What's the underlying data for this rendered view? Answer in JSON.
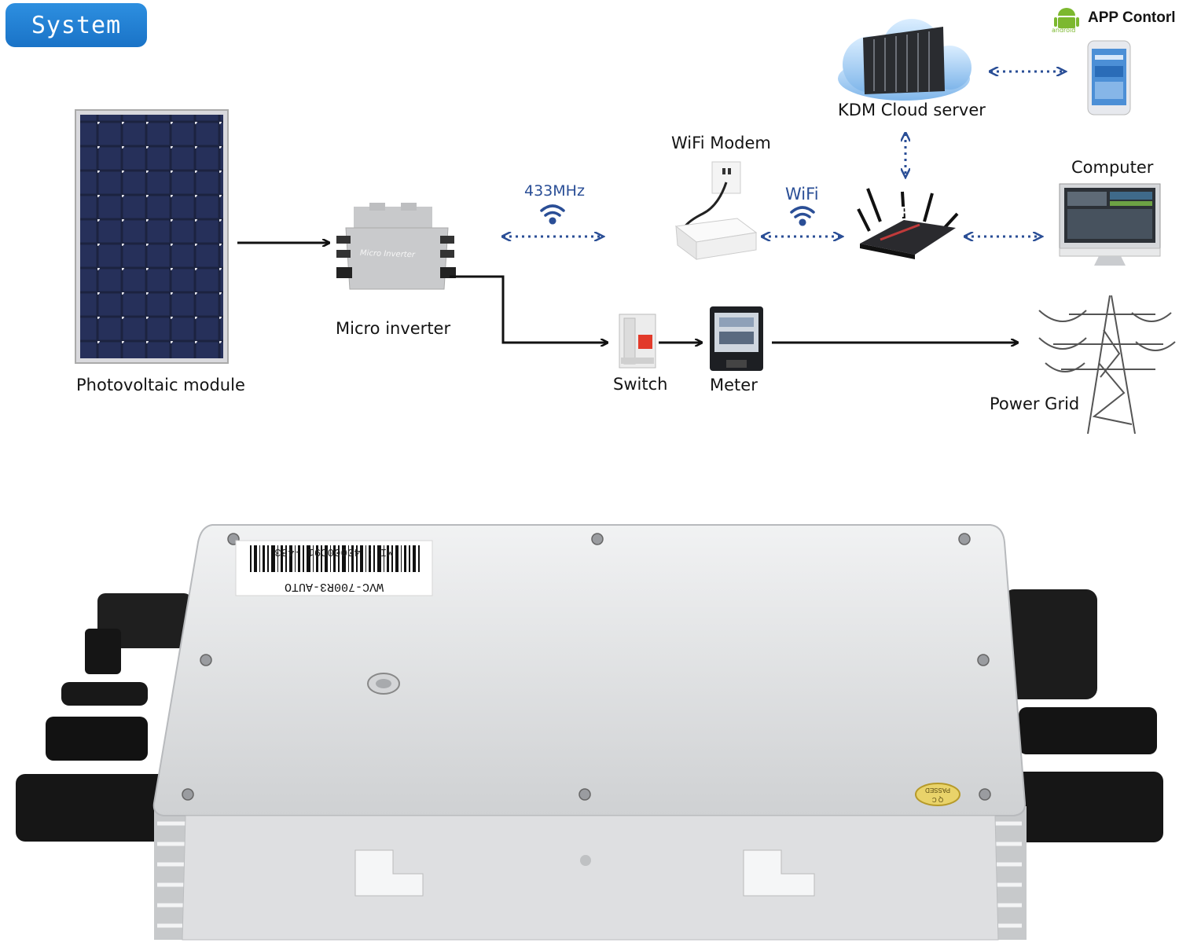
{
  "header": {
    "badge": "System"
  },
  "labels": {
    "pv": "Photovoltaic module",
    "micro": "Micro inverter",
    "freq": "433MHz",
    "modem": "WiFi Modem",
    "wifi": "WiFi",
    "cloud": "KDM Cloud server",
    "app": "APP Contorl",
    "computer": "Computer",
    "switch": "Switch",
    "meter": "Meter",
    "grid": "Power Grid",
    "router_text": "WiFi",
    "android": "android"
  },
  "device": {
    "label_line1": "MI : 40000C91 -433",
    "label_line2": "WVC-700R3-AUTO",
    "small_device_text": "Micro Inverter",
    "passed": "PASSED",
    "qc": "Q C"
  },
  "colors": {
    "badge": "#1f7fd4",
    "dotted": "#2a4e96",
    "arrow": "#111111",
    "device": "#d9dadb"
  }
}
